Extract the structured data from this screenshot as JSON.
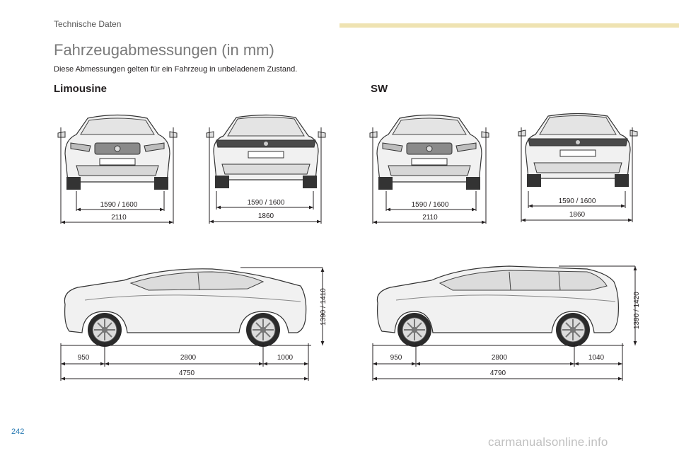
{
  "header": {
    "section_label": "Technische Daten",
    "accent_color": "#efe3b2"
  },
  "title": "Fahrzeugabmessungen (in mm)",
  "intro": "Diese Abmessungen gelten für ein Fahrzeug in unbeladenem Zustand.",
  "limousine": {
    "heading": "Limousine",
    "front_track": "1590 / 1600",
    "front_width": "2110",
    "rear_track": "1590 / 1600",
    "rear_width": "1860",
    "height": "1390 / 1410",
    "front_overhang": "950",
    "wheelbase": "2800",
    "rear_overhang": "1000",
    "length": "4750"
  },
  "sw": {
    "heading": "SW",
    "front_track": "1590 / 1600",
    "front_width": "2110",
    "rear_track": "1590 / 1600",
    "rear_width": "1860",
    "height": "1390 / 1420",
    "front_overhang": "950",
    "wheelbase": "2800",
    "rear_overhang": "1040",
    "length": "4790"
  },
  "page_number": "242",
  "watermark": "carmanualsonline.info"
}
